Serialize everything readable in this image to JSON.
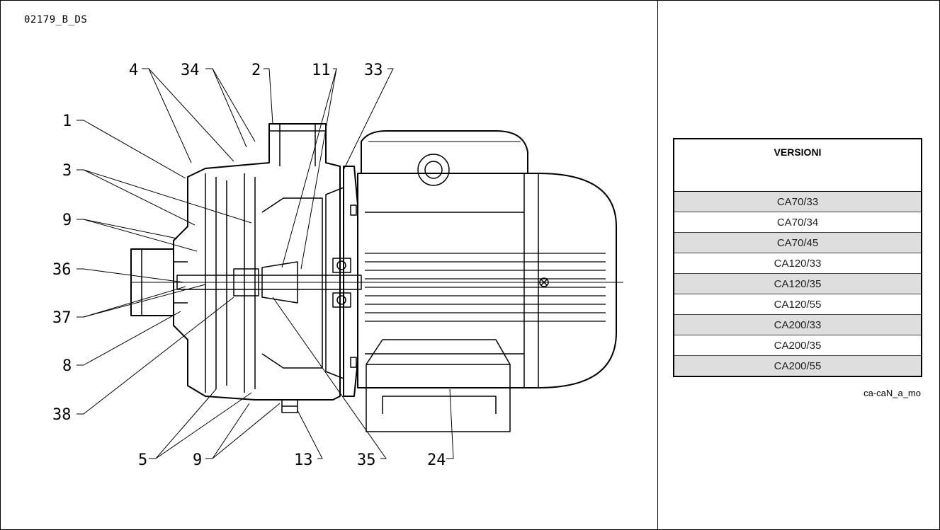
{
  "drawing_code": "02179_B_DS",
  "table_code": "ca-caN_a_mo",
  "versions": {
    "header": "VERSIONI",
    "rows": [
      "CA70/33",
      "CA70/34",
      "CA70/45",
      "CA120/33",
      "CA120/35",
      "CA120/55",
      "CA200/33",
      "CA200/35",
      "CA200/55"
    ]
  },
  "callouts": {
    "c4": "4",
    "c34": "34",
    "c2": "2",
    "c11": "11",
    "c33": "33",
    "c1": "1",
    "c3": "3",
    "c9a": "9",
    "c36": "36",
    "c37": "37",
    "c8": "8",
    "c38": "38",
    "c5": "5",
    "c9b": "9",
    "c13": "13",
    "c35": "35",
    "c24": "24"
  }
}
